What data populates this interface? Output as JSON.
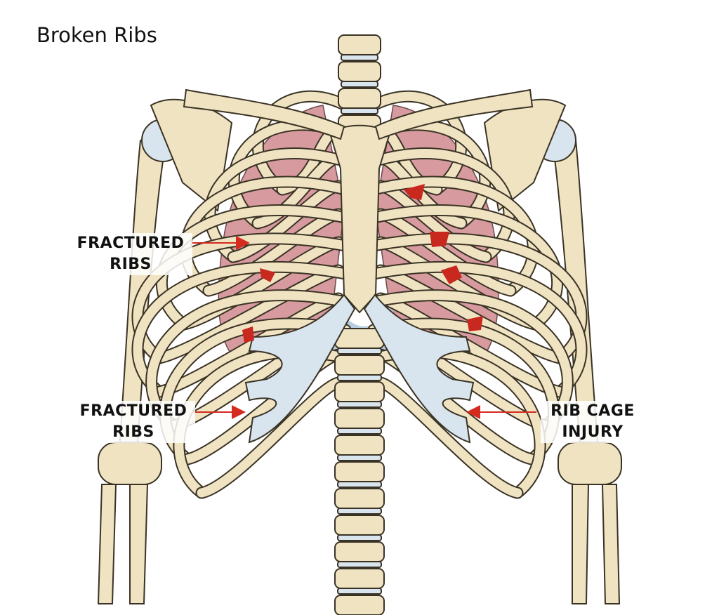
{
  "title": "Broken Ribs",
  "labels": {
    "upper_left": {
      "line1": "FRACTURED",
      "line2": "RIBS"
    },
    "lower_left": {
      "line1": "FRACTURED",
      "line2": "RIBS"
    },
    "lower_right": {
      "line1": "RIB CAGE",
      "line2": "INJURY"
    }
  },
  "colors": {
    "arrow": "#d42a1f",
    "bone": "#efe3c2",
    "lung": "#d79a9e",
    "cartilage": "#d8e4ee",
    "fracture": "#c8281e"
  }
}
